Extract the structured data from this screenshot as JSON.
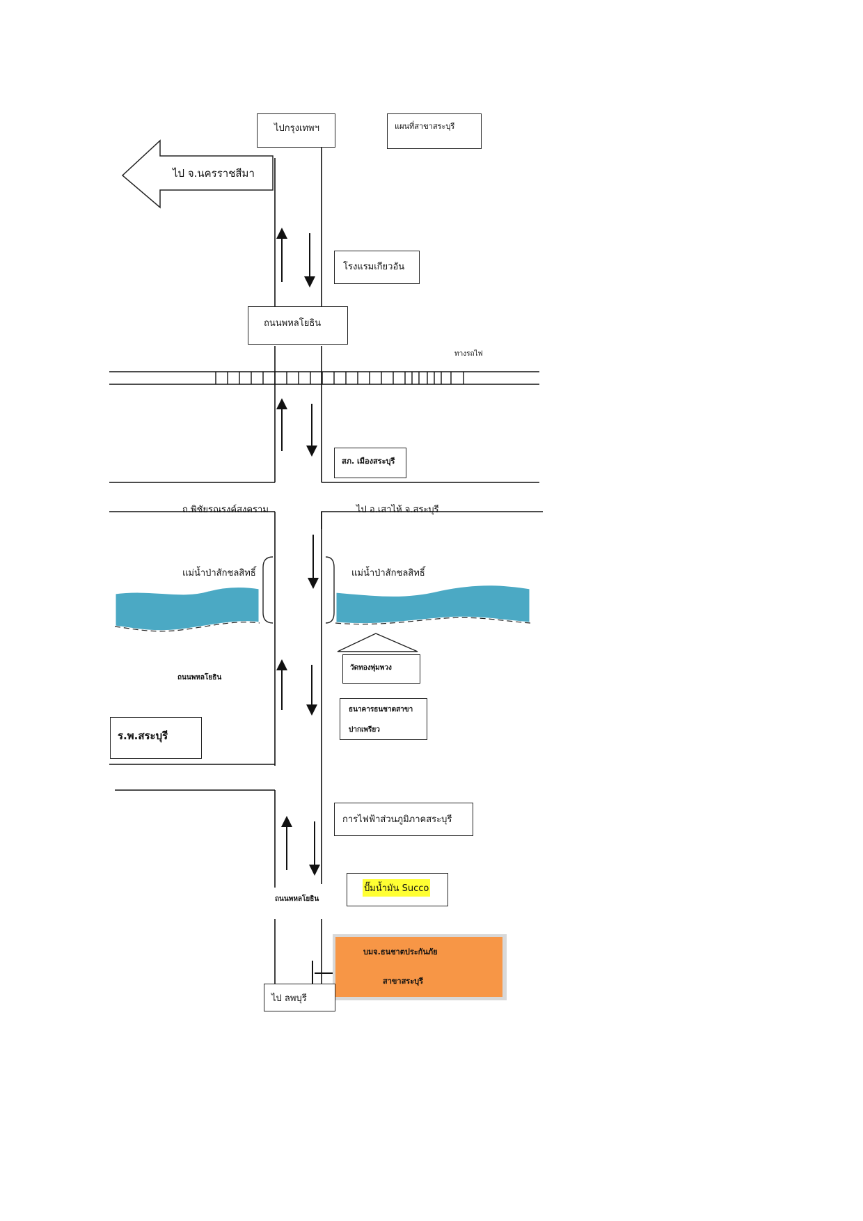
{
  "title": "แผนที่สาขาสระบุรี",
  "destinations": {
    "north": "ไปกรุงเทพฯ",
    "west": "ไป จ.นครราชสีมา",
    "east": "ไป อ.เสาไห้ จ.สระบุรี",
    "south": "ไป ลพบุรี"
  },
  "roads": {
    "phahon_box": "ถนนพหลโยธิน",
    "phahon_mid": "ถนนพหลโยธิน",
    "phahon_south": "ถนนพหลโยธิน",
    "phichai": "ถ.พิชัยรณรงค์สงคราม",
    "railway": "ทางรถไฟ"
  },
  "river": {
    "name_left": "แม่น้ำป่าสักชลสิทธิ์",
    "name_right": "แม่น้ำป่าสักชลสิทธิ์"
  },
  "landmarks": {
    "hotel": "โรงแรมเกียวอัน",
    "police": "สภ. เมืองสระบุรี",
    "temple": "วัดทองพุ่มพวง",
    "bank_line1": "ธนาคารธนชาตสาขา",
    "bank_line2": "ปากเพรียว",
    "electricity": "การไฟฟ้าส่วนภูมิภาคสระบุรี",
    "gas_station": "ปั๊มน้ำมัน Succo",
    "hospital": "ร.พ.สระบุรี"
  },
  "destination_office": {
    "line1": "บมจ.ธนชาตประกันภัย",
    "line2": "สาขาสระบุรี"
  },
  "colors": {
    "river": "#4ba9c4",
    "office": "#f79646",
    "highlight": "#ffff33"
  }
}
